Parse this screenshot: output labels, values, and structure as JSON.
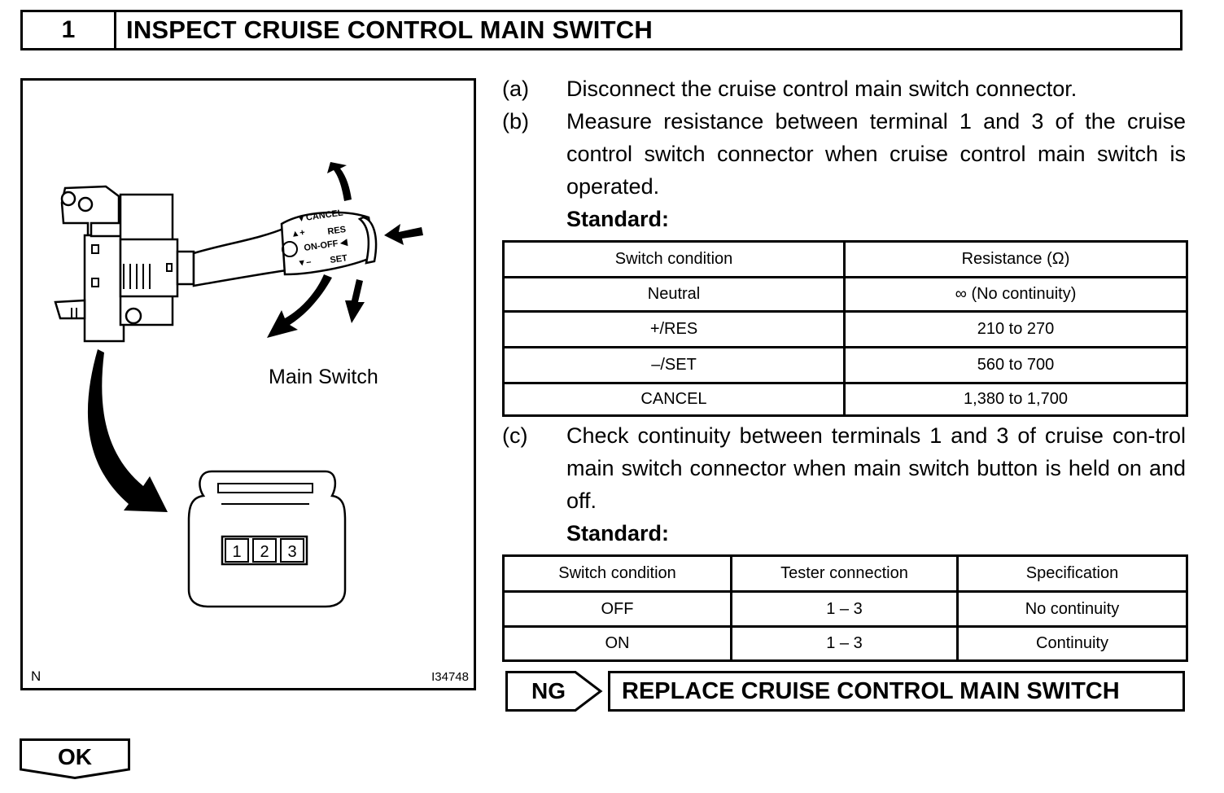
{
  "header": {
    "step_number": "1",
    "title": "INSPECT CRUISE CONTROL MAIN SWITCH"
  },
  "figure": {
    "label": "Main Switch",
    "corner_code": "N",
    "image_id": "I34748",
    "lever_text": {
      "cancel": "▾ CANCEL",
      "res": "RES",
      "plus": "▲+",
      "on_off": "ON-OFF ◀",
      "minus": "▼–",
      "set": "SET"
    },
    "terminals": [
      "1",
      "2",
      "3"
    ]
  },
  "steps": {
    "a": {
      "label": "(a)",
      "text": "Disconnect the cruise control main switch connector."
    },
    "b": {
      "label": "(b)",
      "text": "Measure resistance between terminal 1 and 3 of the cruise control switch connector when cruise control main switch is operated."
    },
    "c": {
      "label": "(c)",
      "text": "Check continuity between terminals 1 and 3 of cruise con-trol main switch connector when main switch button is held on and off."
    },
    "standard_label": "Standard:"
  },
  "table1": {
    "headers": [
      "Switch condition",
      "Resistance (Ω)"
    ],
    "rows": [
      [
        "Neutral",
        "∞ (No continuity)"
      ],
      [
        "+/RES",
        "210 to 270"
      ],
      [
        "–/SET",
        "560 to 700"
      ],
      [
        "CANCEL",
        "1,380 to 1,700"
      ]
    ]
  },
  "table2": {
    "headers": [
      "Switch condition",
      "Tester connection",
      "Specification"
    ],
    "rows": [
      [
        "OFF",
        "1 – 3",
        "No continuity"
      ],
      [
        "ON",
        "1 – 3",
        "Continuity"
      ]
    ]
  },
  "result_ng": {
    "label": "NG",
    "action": "REPLACE CRUISE CONTROL MAIN SWITCH"
  },
  "result_ok": {
    "label": "OK"
  }
}
